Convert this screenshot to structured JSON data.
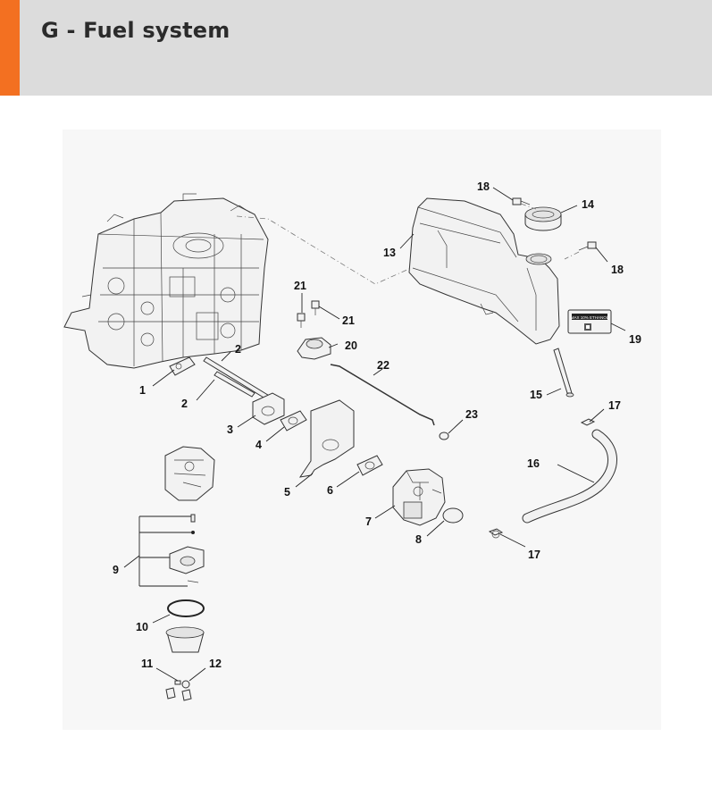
{
  "header": {
    "title": "G - Fuel system",
    "accent_color": "#f37021",
    "background_color": "#dcdcdc"
  },
  "diagram": {
    "label_text": "MAX 10% ETHANOL",
    "callouts": [
      "1",
      "2",
      "2",
      "3",
      "4",
      "5",
      "6",
      "7",
      "8",
      "9",
      "10",
      "11",
      "12",
      "13",
      "14",
      "15",
      "16",
      "17",
      "17",
      "18",
      "18",
      "19",
      "20",
      "21",
      "21",
      "22",
      "23"
    ]
  }
}
